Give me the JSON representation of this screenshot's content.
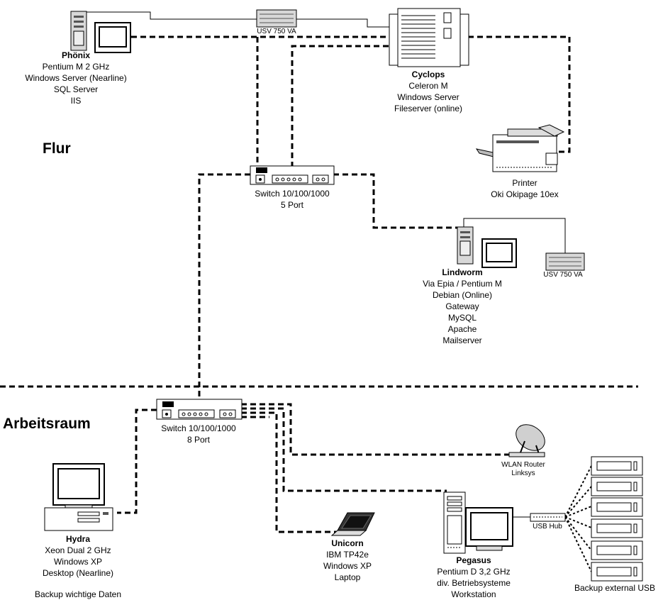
{
  "zones": {
    "flur": "Flur",
    "arbeitsraum": "Arbeitsraum"
  },
  "devices": {
    "phoenix": {
      "name": "Phönix",
      "lines": [
        "Pentium M 2 GHz",
        "Windows Server (Nearline)",
        "SQL Server",
        "IIS"
      ]
    },
    "usv_top": {
      "label": "USV 750 VA"
    },
    "cyclops": {
      "name": "Cyclops",
      "lines": [
        "Celeron M",
        "Windows Server",
        "Fileserver (online)"
      ]
    },
    "printer": {
      "lines": [
        "Printer",
        "Oki Okipage 10ex"
      ]
    },
    "switch_flur": {
      "lines": [
        "Switch 10/100/1000",
        "5 Port"
      ]
    },
    "lindworm": {
      "name": "Lindworm",
      "lines": [
        "Via Epia / Pentium M",
        "Debian (Online)",
        "Gateway",
        "MySQL",
        "Apache",
        "Mailserver"
      ]
    },
    "usv_right": {
      "label": "USV 750 VA"
    },
    "switch_arbeit": {
      "lines": [
        "Switch 10/100/1000",
        "8 Port"
      ]
    },
    "wlan": {
      "lines": [
        "WLAN Router",
        "Linksys"
      ]
    },
    "hydra": {
      "name": "Hydra",
      "lines": [
        "Xeon Dual 2 GHz",
        "Windows XP",
        "Desktop (Nearline)",
        "",
        "Backup wichtige Daten"
      ]
    },
    "unicorn": {
      "name": "Unicorn",
      "lines": [
        "IBM TP42e",
        "Windows XP",
        "Laptop"
      ]
    },
    "pegasus": {
      "name": "Pegasus",
      "lines": [
        "Pentium D 3,2 GHz",
        "div. Betriebsysteme",
        "Workstation"
      ]
    },
    "usb_hub": {
      "label": "USB Hub"
    },
    "backup": {
      "label": "Backup external USB"
    }
  }
}
